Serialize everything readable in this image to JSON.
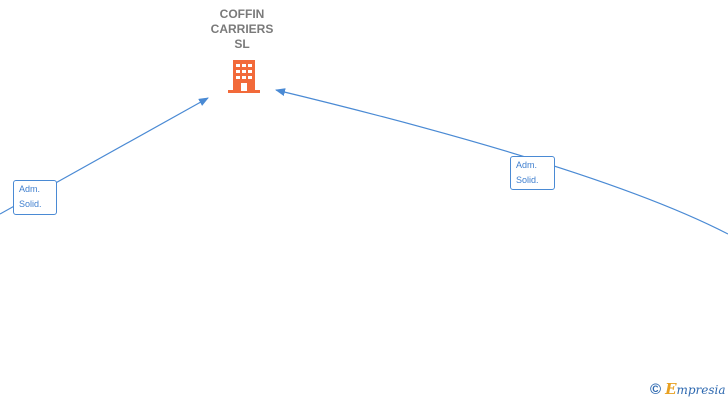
{
  "company": {
    "name_lines": [
      "COFFIN",
      "CARRIERS",
      "SL"
    ]
  },
  "relations": [
    {
      "label_lines": [
        "Adm.",
        "Solid."
      ]
    },
    {
      "label_lines": [
        "Adm.",
        "Solid."
      ]
    }
  ],
  "footer": {
    "copyright_symbol": "©",
    "brand_initial": "E",
    "brand_rest": "mpresia"
  },
  "colors": {
    "edge": "#4a8ad4",
    "company_icon": "#f26a3a",
    "company_text": "#7a7a7a"
  },
  "icons": {
    "company": "building-icon"
  }
}
